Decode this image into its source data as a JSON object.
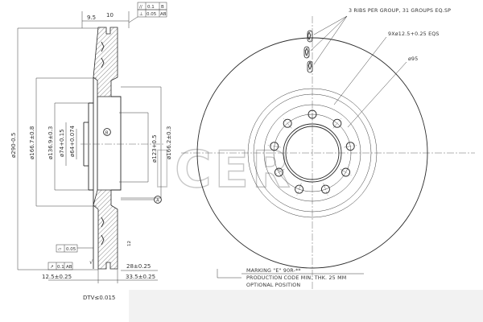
{
  "watermark": {
    "text": "ICER",
    "color": "#c8c8c8"
  },
  "colors": {
    "line": "#2a2a2a",
    "text": "#333333",
    "background": "#ffffff"
  },
  "section_view": {
    "top_dims": {
      "left": "9.5",
      "right": "10"
    },
    "tolerance_frames": {
      "top_line1": [
        "//",
        "0.1",
        "B"
      ],
      "top_line2": [
        "⊥",
        "0.05",
        "AB"
      ],
      "bottom_flat": [
        "▱",
        "0.05"
      ],
      "bottom_runout": [
        "↗",
        "0.1",
        "AB"
      ]
    },
    "diameters": {
      "d290": "ø290-0.5",
      "d166_7": "ø166.7±0.8",
      "d136_9": "ø136.9±0.3",
      "d74": "ø74+0.15",
      "d64": "ø64+0.074",
      "d123": "ø123+0.5",
      "d166_2": "ø166.2±0.3"
    },
    "datum_a": "A",
    "datum_b": "B",
    "angle_small": "12",
    "bottom_dims": {
      "hub_depth": "28±0.25",
      "overall": "33.5±0.25",
      "thickness": "12.5±0.25"
    },
    "surface_mark": "√",
    "dtv": "DTV≤0.015"
  },
  "front_view": {
    "ribs_note": "3 RIBS PER GROUP, 31 GROUPS EQ.SP",
    "holes_note": "9Xø12.5+0.25 EQS",
    "pcd_note": "ø95",
    "marking_note": {
      "line1": "MARKING \"E\" 90R-**",
      "line2": "PRODUCTION CODE MIN. THK. 25 MM",
      "line3": "OPTIONAL POSITION"
    },
    "hole_count": 9,
    "rib_groups": 31
  }
}
